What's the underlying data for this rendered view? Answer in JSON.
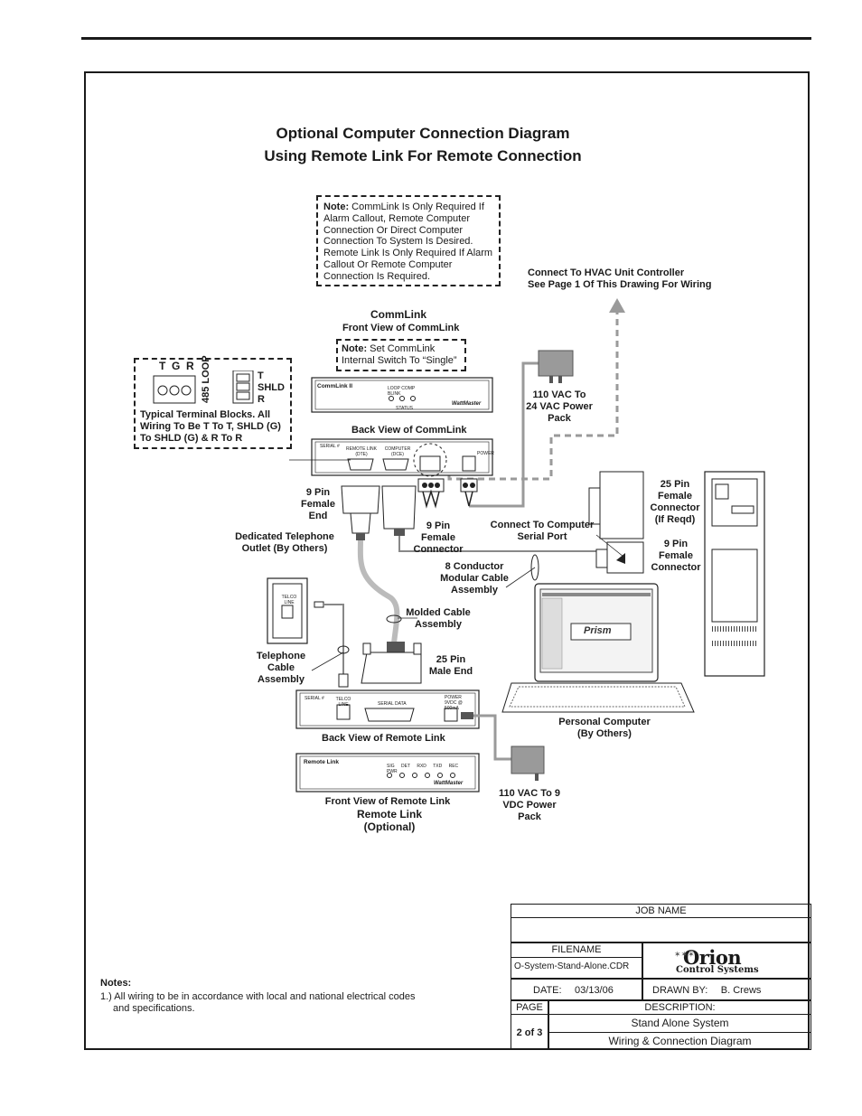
{
  "title": {
    "line1": "Optional Computer Connection Diagram",
    "line2": "Using Remote Link For Remote Connection"
  },
  "note_top": {
    "prefix": "Note:",
    "text": " CommLink Is Only Required If Alarm Callout, Remote Computer Connection Or Direct Computer Connection To System Is Desired. Remote Link Is Only Required If Alarm Callout Or Remote Computer Connection Is Required."
  },
  "hvac_label": {
    "line1": "Connect To HVAC Unit Controller",
    "line2": "See Page 1 Of This Drawing For Wiring"
  },
  "commlink": {
    "title": "CommLink",
    "front_view": "Front View of CommLink",
    "note_prefix": "Note:",
    "note_text": "  Set CommLink Internal Switch To “Single”",
    "back_view": "Back View of CommLink",
    "front_brand": "CommLink II",
    "front_leds": [
      "LOOP",
      "COMP",
      "BLINK"
    ],
    "front_status": "STATUS",
    "back_serial": "SERIAL #",
    "back_remote": "REMOTE LINK (DTE)",
    "back_computer": "COMPUTER (DCE)",
    "back_power": "POWER",
    "logo": "WattMaster"
  },
  "terminal": {
    "letters": "T  G  R",
    "loop": "485 LOOP",
    "side_t": "T",
    "side_shld": "SHLD",
    "side_r": "R",
    "caption": "Typical Terminal Blocks. All Wiring To Be T To T, SHLD (G) To SHLD (G) & R To R"
  },
  "labels": {
    "pp24": "110 VAC To 24 VAC Power Pack",
    "pin9_end": "9 Pin Female End",
    "pin9_conn": "9 Pin Female Connector",
    "computer_port": "Connect To Computer Serial Port",
    "pin25_female": "25 Pin Female Connector (If Reqd)",
    "pin9_female_right": "9 Pin Female Connector",
    "phone_outlet": "Dedicated Telephone Outlet (By Others)",
    "telco_line": "TELCO LINE",
    "modular": "8 Conductor Modular Cable Assembly",
    "molded": "Molded Cable Assembly",
    "pin25_male": "25 Pin Male End",
    "tel_cable": "Telephone Cable Assembly",
    "pc": "Personal Computer (By Others)",
    "prism": "Prism",
    "pp9": "110 VAC To 9 VDC Power Pack"
  },
  "remote_link": {
    "back_view": "Back View of Remote Link",
    "front_view": "Front View of Remote Link",
    "title": "Remote Link",
    "optional": "(Optional)",
    "back_serial": "SERIAL #",
    "back_telco": "TELCO LINE",
    "back_data": "SERIAL DATA",
    "back_power": "POWER 9VDC @ 500mA",
    "front_brand": "Remote Link",
    "front_leds": [
      "SIG",
      "DET",
      "RXD",
      "TXD",
      "REC",
      "PWR"
    ],
    "logo": "WattMaster"
  },
  "notes": {
    "heading": "Notes:",
    "item1": "1.) All wiring to be in accordance with local and national electrical codes",
    "item1b": "and specifications."
  },
  "title_block": {
    "job_name_label": "JOB NAME",
    "job_name_value": "",
    "filename_label": "FILENAME",
    "filename_value": "O-System-Stand-Alone.CDR",
    "brand_line1": "Orion",
    "brand_line2": "Control Systems",
    "date_label": "DATE:",
    "date_value": "03/13/06",
    "drawn_label": "DRAWN BY:",
    "drawn_value": "B. Crews",
    "page_label": "PAGE",
    "desc_label": "DESCRIPTION:",
    "page_value": "2 of 3",
    "desc_line1": "Stand Alone System",
    "desc_line2": "Wiring & Connection Diagram"
  }
}
